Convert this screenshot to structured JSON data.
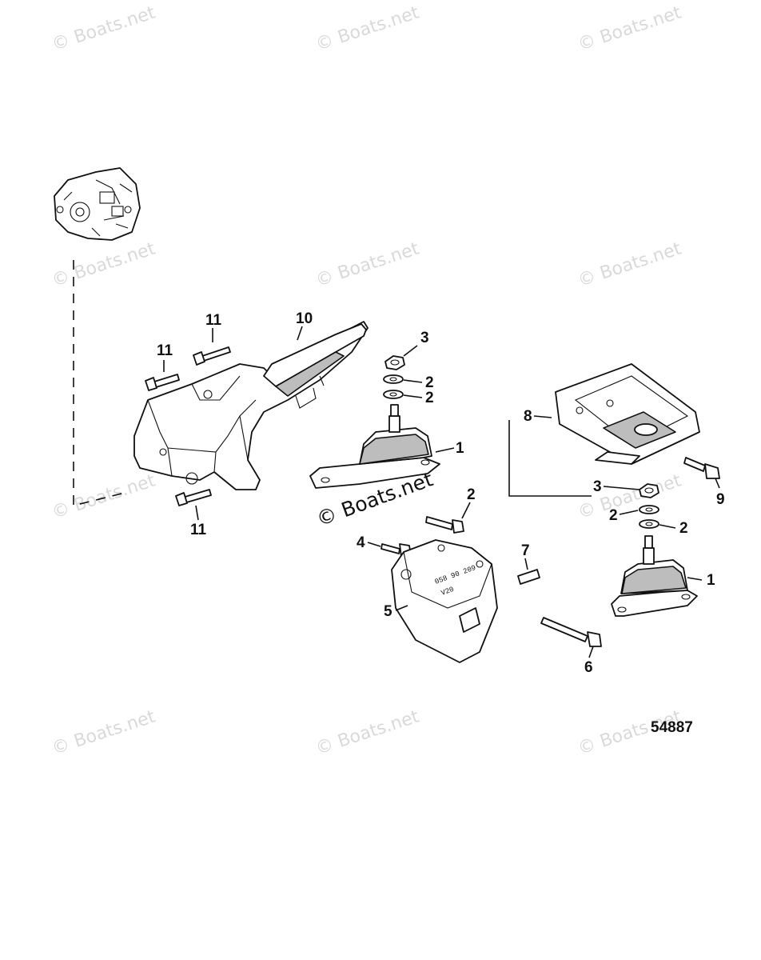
{
  "watermark": "© Boats.net",
  "center_watermark": "© Boats.net",
  "figure_number": "54887",
  "callouts": {
    "c1a": "1",
    "c1b": "1",
    "c2a": "2",
    "c2b": "2",
    "c2c": "2",
    "c2d": "2",
    "c2e": "2",
    "c3a": "3",
    "c3b": "3",
    "c4": "4",
    "c5": "5",
    "c6": "6",
    "c7": "7",
    "c8": "8",
    "c9": "9",
    "c10": "10",
    "c11a": "11",
    "c11b": "11",
    "c11c": "11"
  },
  "colors": {
    "line": "#111111",
    "watermark": "#d9d9d9",
    "shade": "#bdbdbd"
  }
}
